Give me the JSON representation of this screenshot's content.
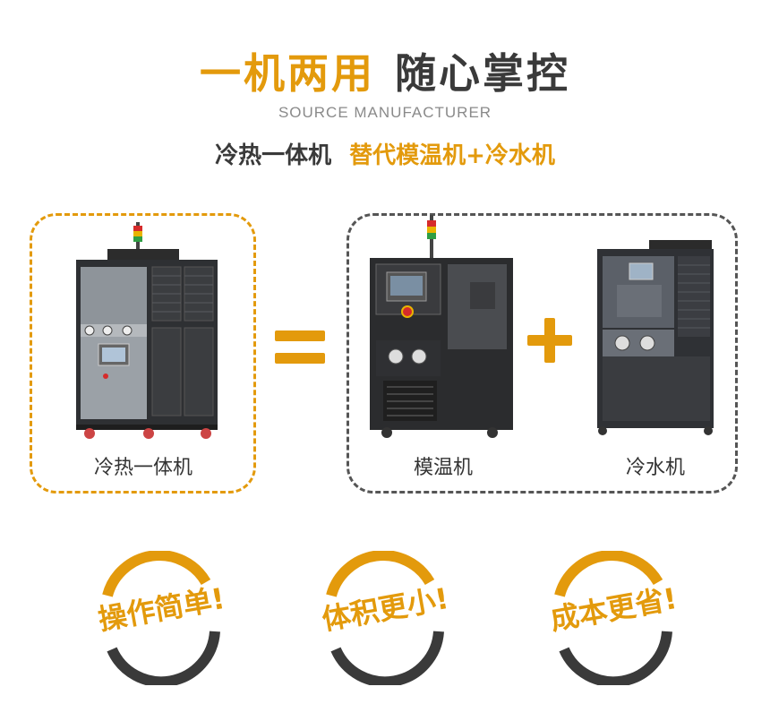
{
  "header": {
    "title_orange": "一机两用",
    "title_dark": "随心掌控",
    "subtitle": "SOURCE MANUFACTURER",
    "tagline_dark": "冷热一体机",
    "tagline_orange": "替代模温机+冷水机"
  },
  "compare": {
    "left_label": "冷热一体机",
    "middle_label": "模温机",
    "right_label": "冷水机"
  },
  "badges": [
    {
      "text": "操作简单!"
    },
    {
      "text": "体积更小!"
    },
    {
      "text": "成本更省!"
    }
  ],
  "colors": {
    "accent": "#e39a0c",
    "dark": "#3a3a3a",
    "gray": "#8a8a8a"
  }
}
